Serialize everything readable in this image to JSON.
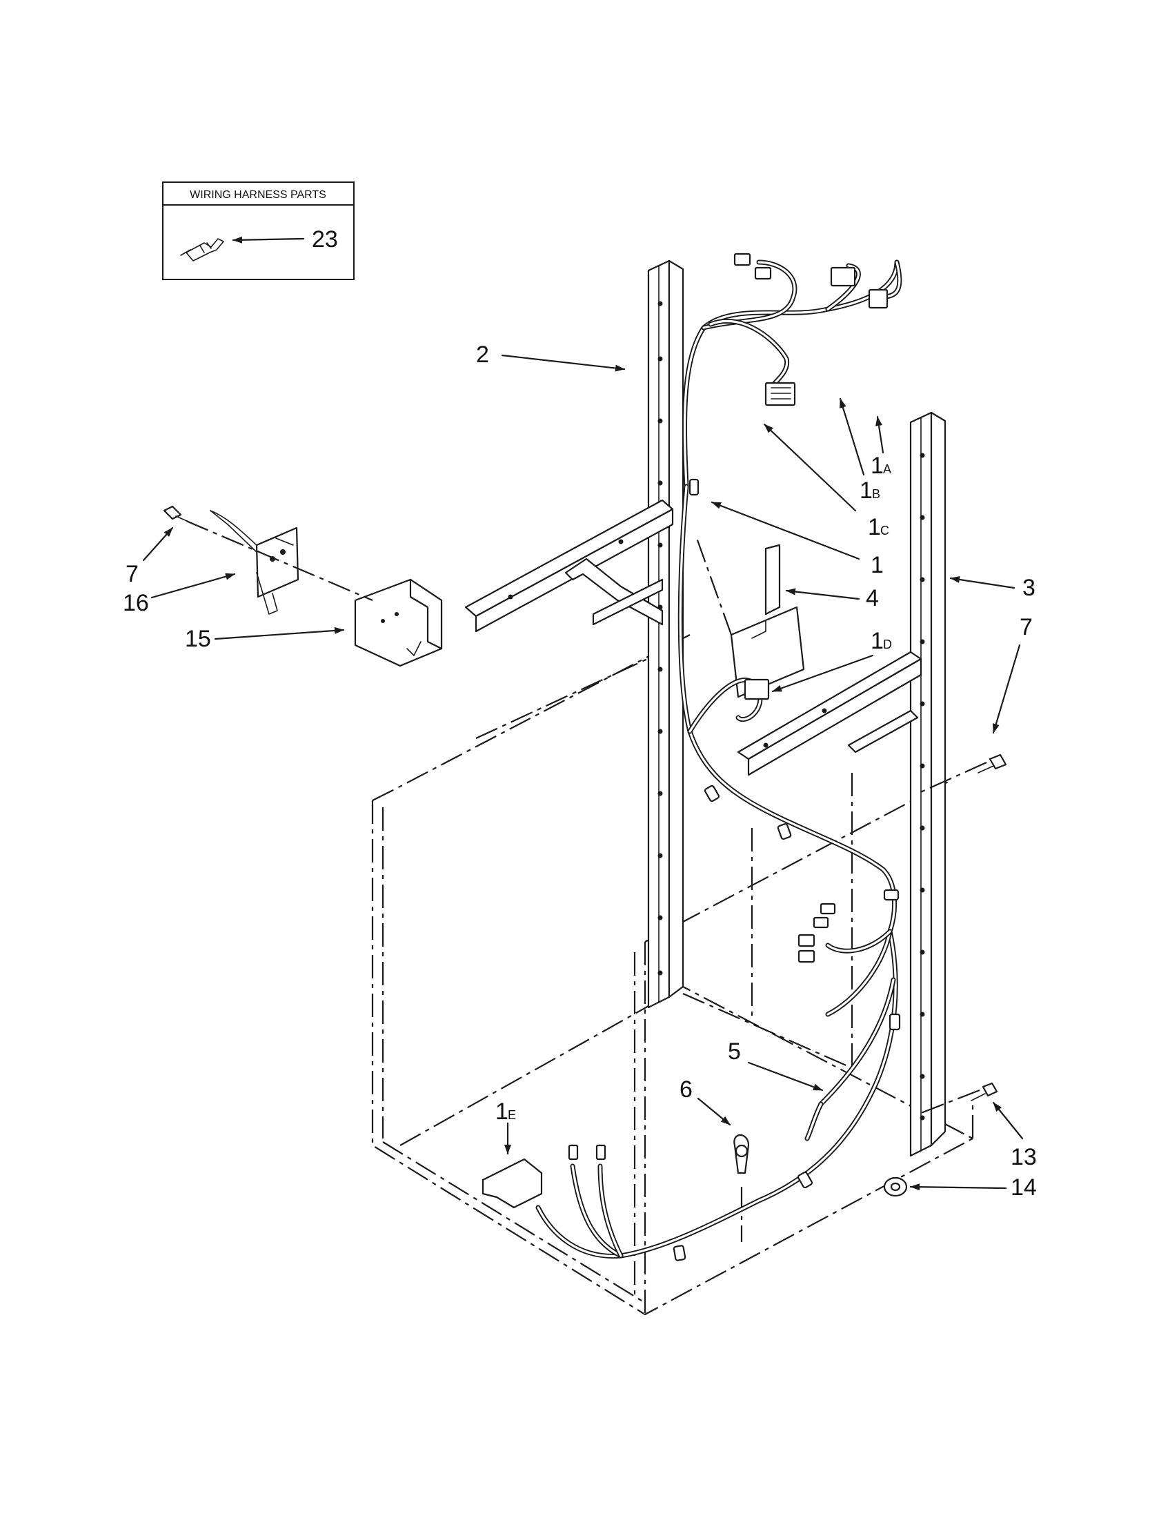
{
  "inset": {
    "title": "WIRING HARNESS PARTS",
    "part": "23"
  },
  "callouts": {
    "frame_left": "2",
    "frame_right": "3",
    "harness": "1",
    "harness_a": {
      "main": "1",
      "sub": "A"
    },
    "harness_b": {
      "main": "1",
      "sub": "B"
    },
    "harness_c": {
      "main": "1",
      "sub": "C"
    },
    "harness_d": {
      "main": "1",
      "sub": "D"
    },
    "harness_e": {
      "main": "1",
      "sub": "E"
    },
    "bracket": "4",
    "wire": "5",
    "clamp": "6",
    "screw_left": "7",
    "screw_right": "7",
    "door_switch": "16",
    "switch_bracket": "15",
    "screw_bottom": "13",
    "washer": "14"
  }
}
